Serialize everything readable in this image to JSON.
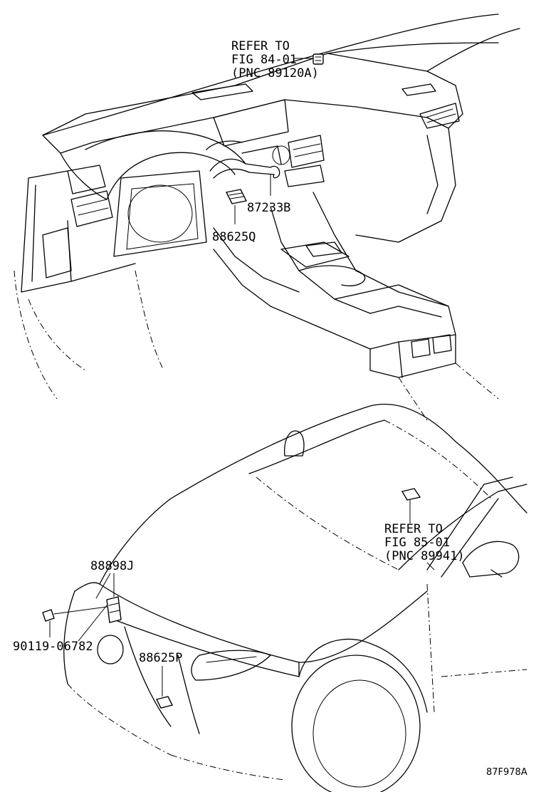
{
  "callouts": {
    "ref_fig_84": {
      "line1": "REFER TO",
      "line2": "FIG 84-01",
      "line3": "(PNC 89120A)"
    },
    "part_87233b": "87233B",
    "part_88625q": "88625Q",
    "ref_fig_85": {
      "line1": "REFER TO",
      "line2": "FIG 85-01",
      "line3": "(PNC 89941)"
    },
    "part_88898j": "88898J",
    "part_90119": "90119-06782",
    "part_88625p": "88625P"
  },
  "figure_code": "87F978A"
}
